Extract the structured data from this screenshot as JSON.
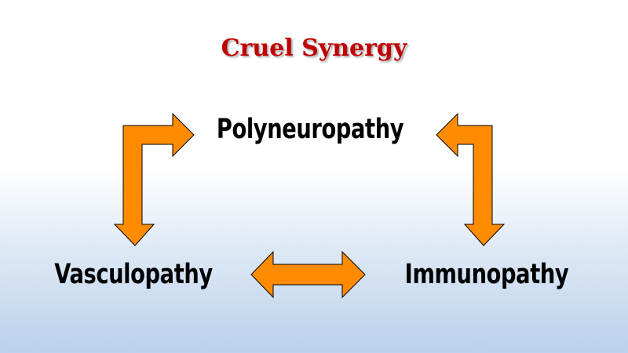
{
  "slide": {
    "title": "Cruel Synergy"
  },
  "nodes": {
    "top": "Polyneuropathy",
    "left": "Vasculopathy",
    "right": "Immunopathy"
  },
  "colors": {
    "title": "#c00000",
    "arrow_fill": "#ff8c00",
    "arrow_stroke": "#000000",
    "text": "#000000"
  },
  "connections": [
    {
      "from": "top",
      "to": "left",
      "direction": "bidirectional"
    },
    {
      "from": "top",
      "to": "right",
      "direction": "bidirectional"
    },
    {
      "from": "left",
      "to": "right",
      "direction": "bidirectional"
    }
  ]
}
